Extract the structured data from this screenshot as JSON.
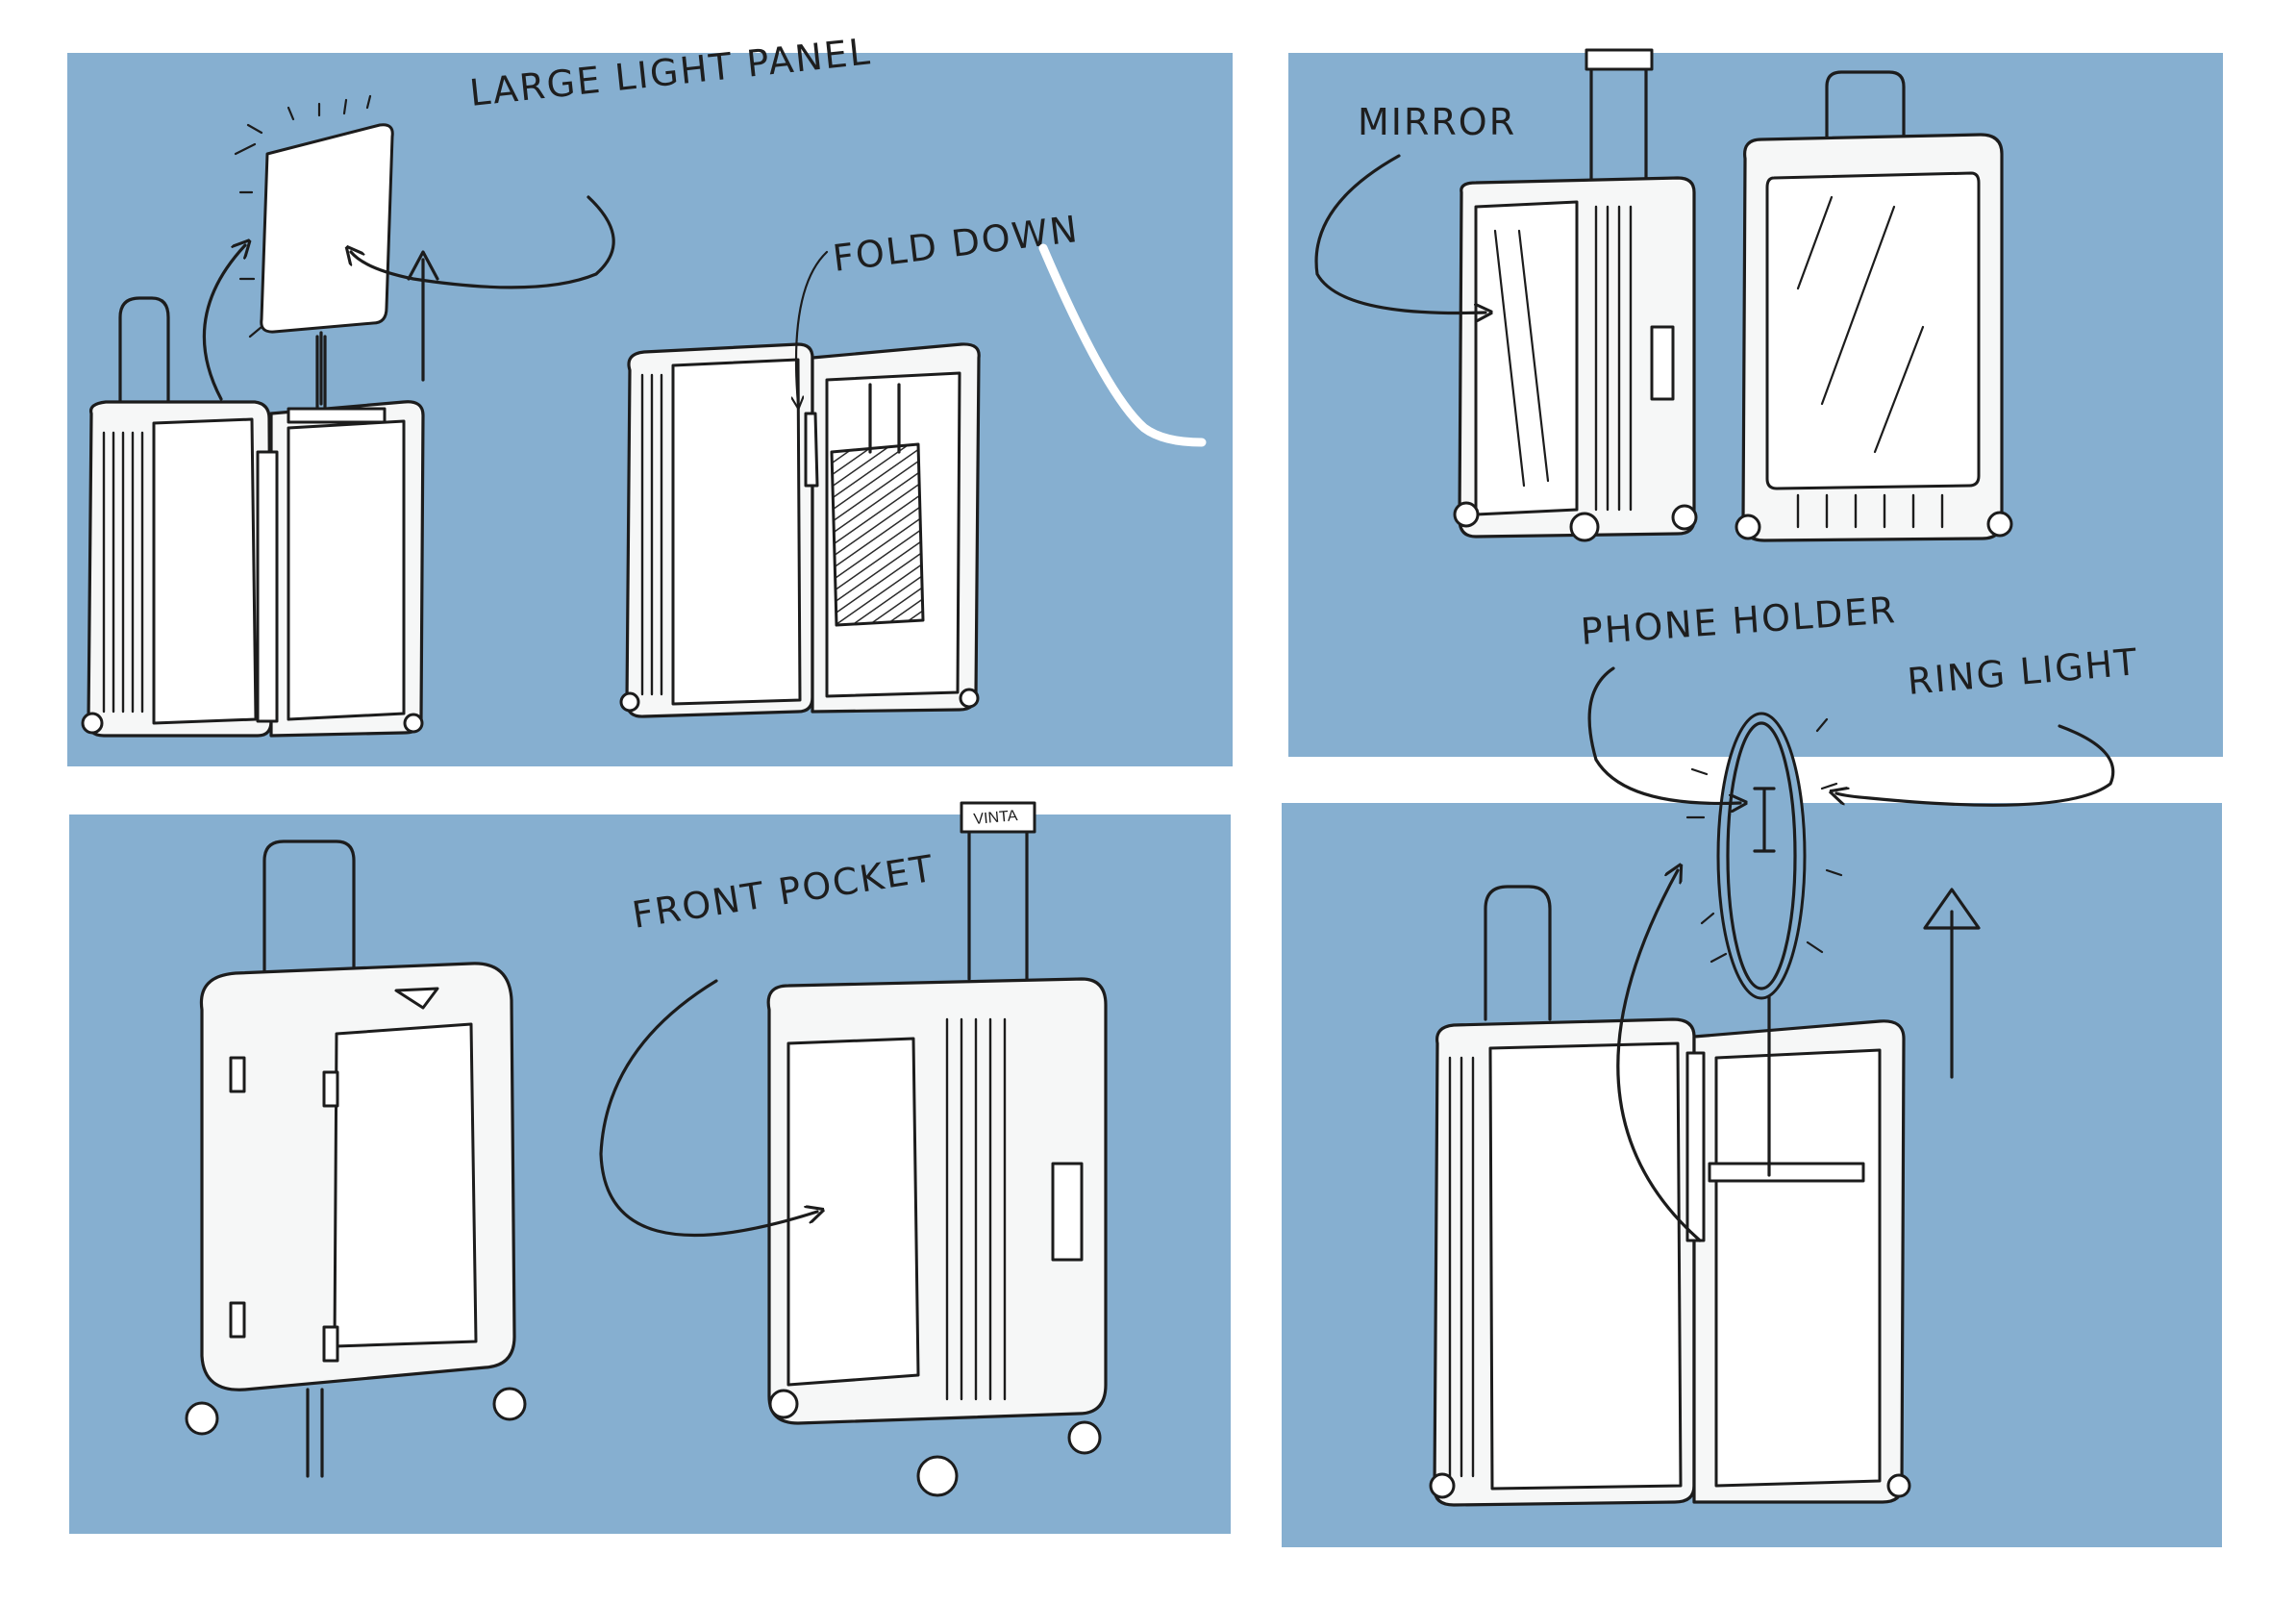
{
  "colors": {
    "panel": "#86afd0",
    "ink": "#1c1c1c",
    "paper": "#ffffff",
    "suitcase": "#f6f7f7"
  },
  "panels": [
    {
      "annotations": [
        "LARGE LIGHT PANEL",
        "FOLD DOWN"
      ]
    },
    {
      "annotations": [
        "MIRROR"
      ]
    },
    {
      "annotations": [
        "FRONT POCKET"
      ],
      "brand": "VINTA"
    },
    {
      "annotations": [
        "PHONE HOLDER",
        "RING LIGHT"
      ]
    }
  ]
}
